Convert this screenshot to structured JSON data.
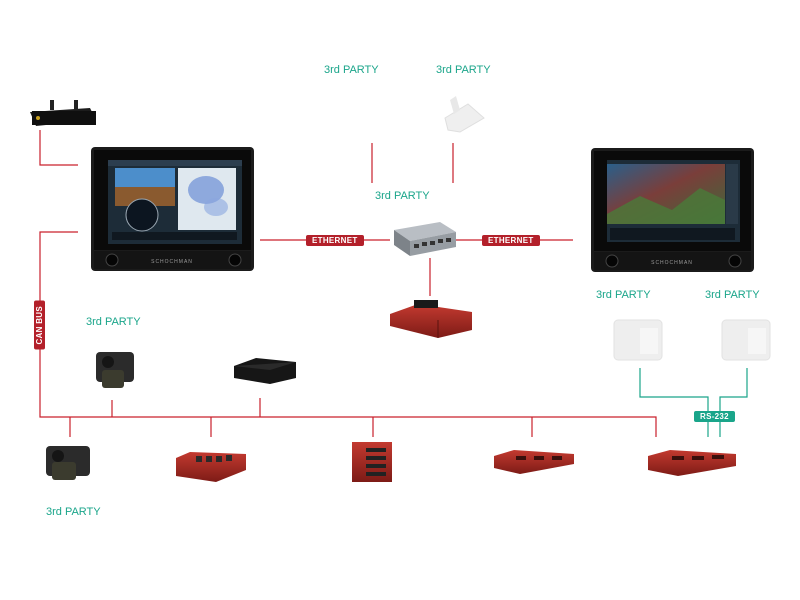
{
  "diagram": {
    "third_party_label": "3rd PARTY",
    "ethernet_label": "ETHERNET",
    "can_bus_label": "CAN BUS",
    "rs232_label": "RS-232",
    "display_brand": "SCHOCHMAN",
    "colors": {
      "bus_red": "#c9202c",
      "rs232_green": "#1aa58a",
      "label_green": "#1aa58a"
    }
  }
}
